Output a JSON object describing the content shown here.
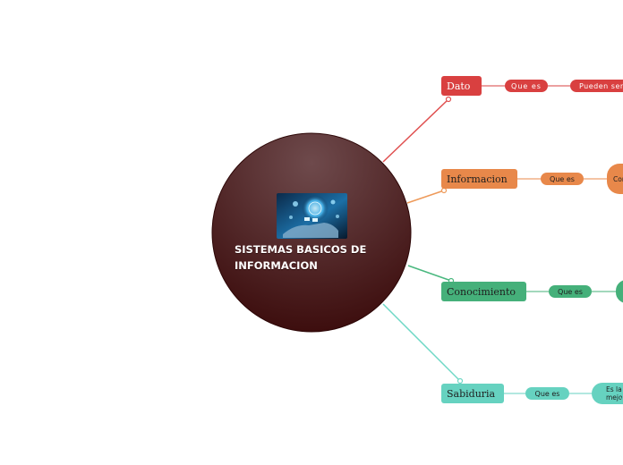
{
  "diagram": {
    "center": {
      "title": "SISTEMAS BASICOS DE INFORMACION",
      "image_icon": "hand-holding-technology-icon"
    },
    "colors": {
      "center_light": "#6e4a4c",
      "center_dark": "#3a0a0a",
      "dato": "#d94040",
      "informacion": "#e8884a",
      "conocimiento": "#45b07a",
      "sabiduria": "#66d2c0"
    },
    "branches": [
      {
        "id": "dato",
        "label": "Dato",
        "children": [
          {
            "label": "Que es"
          },
          {
            "label": "Pueden ser"
          }
        ]
      },
      {
        "id": "informacion",
        "label": "Informacion",
        "children": [
          {
            "label": "Que es"
          },
          {
            "label": "Conj..."
          }
        ]
      },
      {
        "id": "conocimiento",
        "label": "Conocimiento",
        "children": [
          {
            "label": "Que es"
          },
          {
            "label": ""
          }
        ]
      },
      {
        "id": "sabiduria",
        "label": "Sabiduria",
        "children": [
          {
            "label": "Que es"
          },
          {
            "label": "Es la mejor"
          }
        ]
      }
    ]
  }
}
